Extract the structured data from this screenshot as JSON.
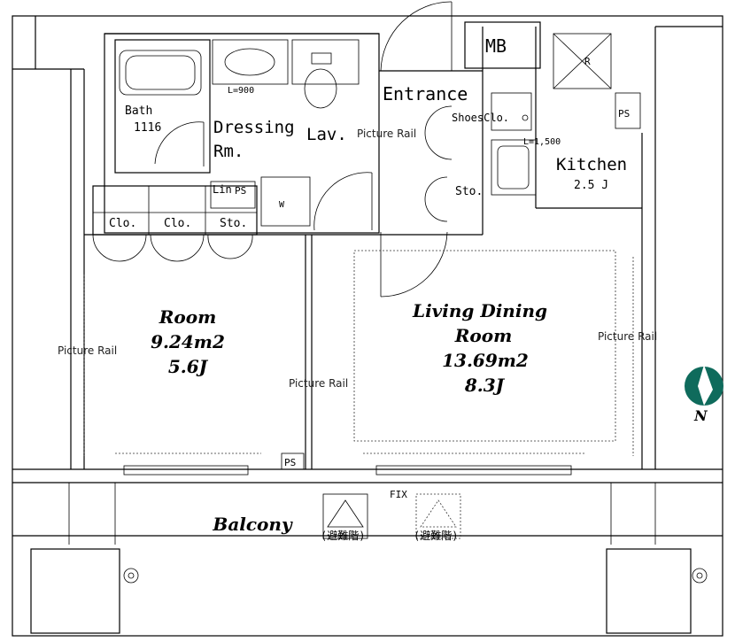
{
  "rooms": {
    "main_room": {
      "name": "Room",
      "area": "9.24m2",
      "size": "5.6J"
    },
    "living": {
      "name_line1": "Living Dining",
      "name_line2": "Room",
      "area": "13.69m2",
      "size": "8.3J"
    },
    "balcony": "Balcony",
    "entrance": "Entrance",
    "kitchen": {
      "name": "Kitchen",
      "size": "2.5 J"
    },
    "bath": {
      "name": "Bath",
      "size": "1116"
    },
    "dressing": {
      "line1": "Dressing",
      "line2": "Rm."
    },
    "lav": "Lav."
  },
  "labels": {
    "mb": "MB",
    "ps": "PS",
    "lin": "Lin",
    "w": "W",
    "clo": "Clo.",
    "sto": "Sto.",
    "shoes_clo": "ShoesClo.",
    "picture_rail": "Picture Rail",
    "l900": "L=900",
    "l1500": "L=1,500",
    "r": "R",
    "fix": "FIX",
    "evac1": "(避難階)",
    "evac2": "(避難階)"
  },
  "compass": {
    "north": "N"
  },
  "colors": {
    "compass": "#0f6b5c",
    "ink": "#000000"
  }
}
